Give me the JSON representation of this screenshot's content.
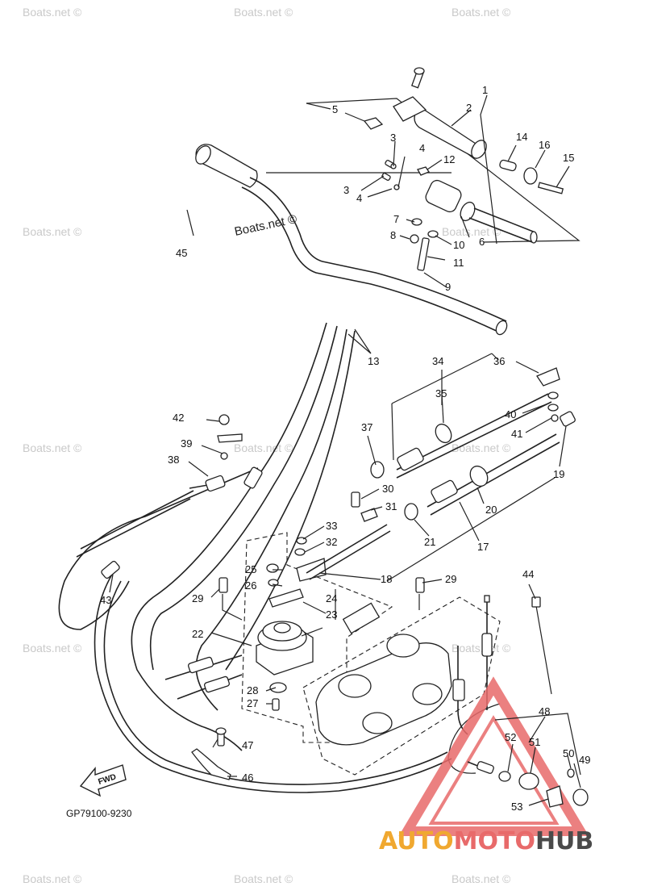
{
  "watermark_text": "Boats.net ©",
  "diagram_code": "GP79100-9230",
  "fwd_label": "FWD",
  "brand": {
    "part1": "AUTO",
    "part2": "MOTO",
    "part3": "HUB",
    "color1": "#f0a830",
    "color2": "#e86a6a",
    "color3": "#4a4a4a"
  },
  "callouts": [
    "1",
    "2",
    "3",
    "3",
    "4",
    "4",
    "5",
    "6",
    "7",
    "8",
    "9",
    "10",
    "11",
    "12",
    "13",
    "14",
    "15",
    "16",
    "17",
    "18",
    "19",
    "20",
    "21",
    "22",
    "23",
    "24",
    "25",
    "26",
    "27",
    "28",
    "29",
    "29",
    "30",
    "31",
    "32",
    "33",
    "34",
    "35",
    "36",
    "37",
    "38",
    "39",
    "40",
    "41",
    "42",
    "43",
    "44",
    "45",
    "46",
    "47",
    "48",
    "49",
    "50",
    "51",
    "52",
    "53"
  ]
}
